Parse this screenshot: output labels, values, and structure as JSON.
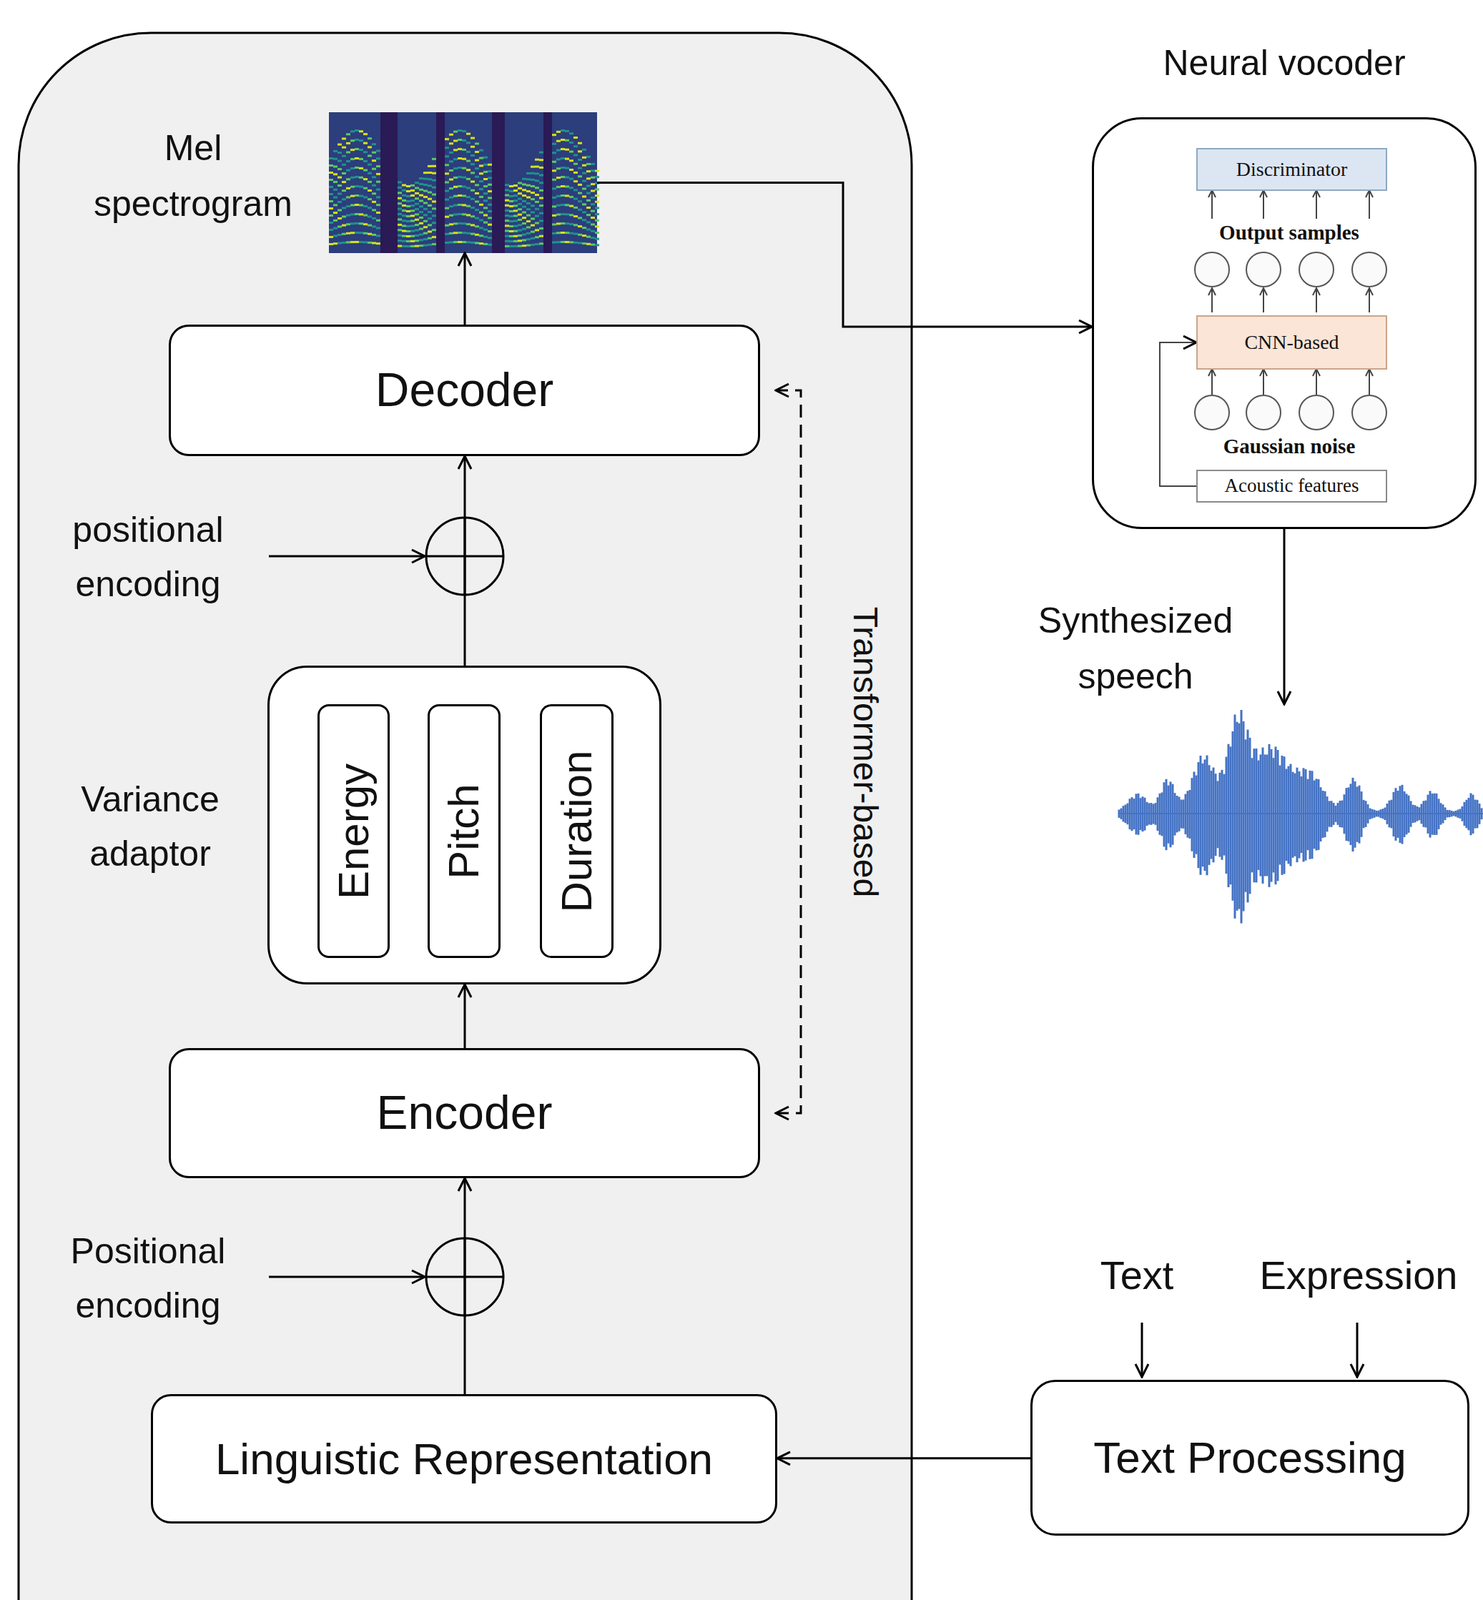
{
  "diagram": {
    "nodes": [
      {
        "text": [
          "Mel spectrogram"
        ]
      },
      {
        "text": [
          "Neural vocoder"
        ]
      },
      {
        "text": [
          "Discriminator"
        ],
        "in": 1
      },
      {
        "text": [
          "CNN-based"
        ],
        "in": 1
      },
      {
        "text": [
          "Acoustic features"
        ],
        "in": 1
      },
      {
        "text": [
          "Decoder"
        ]
      },
      {
        "text": [
          "Synthesized speech"
        ]
      },
      {
        "text": [
          "Variance adaptor"
        ]
      },
      {
        "text": [
          "Energy"
        ],
        "in": 7
      },
      {
        "text": [
          "Pitch"
        ],
        "in": 7
      },
      {
        "text": [
          "Duration"
        ],
        "in": 7
      },
      {
        "text": [
          "Encoder"
        ]
      },
      {
        "text": [
          "Text Processing"
        ]
      },
      {
        "text": [
          "Linguistic Representation"
        ]
      }
    ],
    "edges": [
      {
        "from": 5,
        "to": 0,
        "arrow": "to"
      },
      {
        "from": 0,
        "to": 1,
        "arrow": "to"
      },
      {
        "from": 4,
        "to": 3,
        "arrow": "to"
      },
      {
        "from": 1,
        "to": 6,
        "arrow": "to"
      },
      {
        "from": 7,
        "to": 5,
        "arrow": "to"
      },
      {
        "from": 11,
        "to": 7,
        "arrow": "to"
      },
      {
        "from": 13,
        "to": 11,
        "arrow": "to"
      },
      {
        "from": 11,
        "to": 5,
        "label": "Transformer-based",
        "arrow": "both"
      },
      {
        "from": 12,
        "to": 13,
        "arrow": "to"
      }
    ],
    "labels": [
      "Output samples",
      "Gaussian noise",
      "positional encoding",
      "Positional encoding",
      "Text",
      "Expression"
    ]
  }
}
